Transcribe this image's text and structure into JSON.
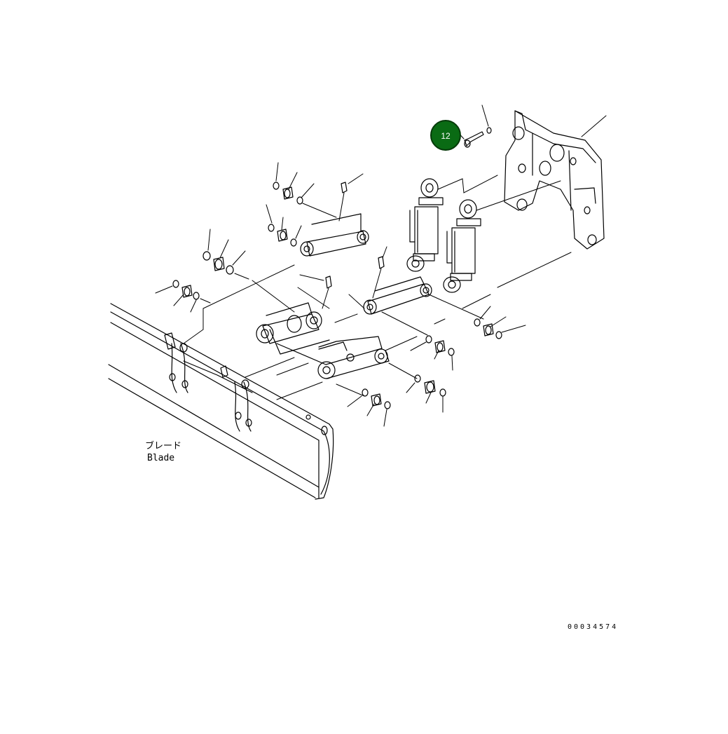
{
  "labels": {
    "blade_jp": "ブレード",
    "blade_en": "Blade",
    "drawing_number": "00034574"
  },
  "callout": {
    "number": "12",
    "color": "#0a6b14"
  }
}
